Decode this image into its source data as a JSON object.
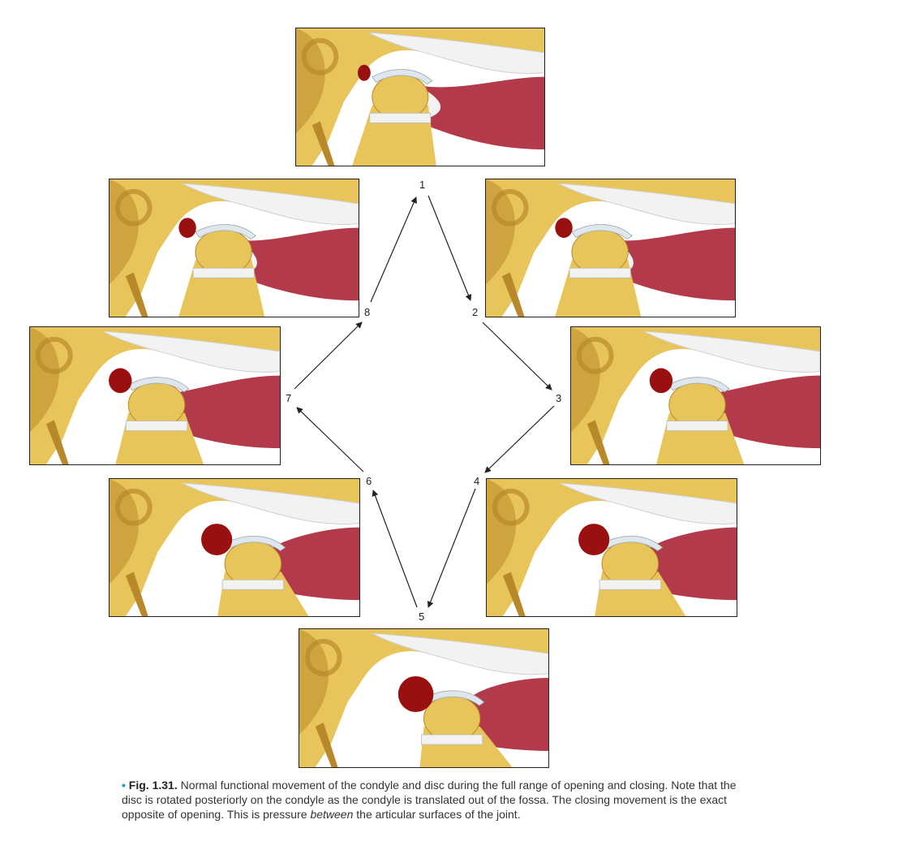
{
  "panels": [
    {
      "label": "1"
    },
    {
      "label": "2"
    },
    {
      "label": "3"
    },
    {
      "label": "4"
    },
    {
      "label": "5"
    },
    {
      "label": "6"
    },
    {
      "label": "7"
    },
    {
      "label": "8"
    }
  ],
  "caption": {
    "bullet": "•",
    "figure_label": "Fig. 1.31.",
    "text_1": "Normal functional movement of the condyle and disc during the full range of opening and closing. Note that the disc is rotated posteriorly on the condyle as the condyle is translated out of the fossa. The closing movement is the exact opposite of opening. This is pressure",
    "emphasis": "between",
    "text_2": "the articular surfaces of the joint."
  },
  "colors": {
    "bone": "#e8c55a",
    "bone_dark": "#b8892a",
    "disc": "#dfe6ee",
    "muscle": "#b23a4a",
    "tendon": "#f2f2f2",
    "vessel": "#9a1010",
    "border": "#222222",
    "accent": "#1e8fc8"
  }
}
